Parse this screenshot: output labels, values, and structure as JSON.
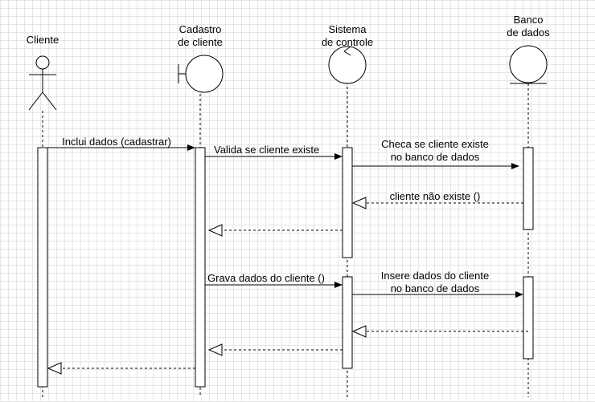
{
  "participants": {
    "cliente": "Cliente",
    "cadastro": [
      "Cadastro",
      "de cliente"
    ],
    "sistema": [
      "Sistema",
      "de controle"
    ],
    "banco": [
      "Banco",
      "de dados"
    ]
  },
  "messages": {
    "inclui": "Inclui dados (cadastrar)",
    "valida": "Valida se cliente existe",
    "checa": [
      "Checa se cliente existe",
      "no banco de dados"
    ],
    "nao_existe": "cliente não existe ()",
    "grava": "Grava dados do cliente ()",
    "insere": [
      "Insere dados do cliente",
      "no banco de dados"
    ]
  }
}
